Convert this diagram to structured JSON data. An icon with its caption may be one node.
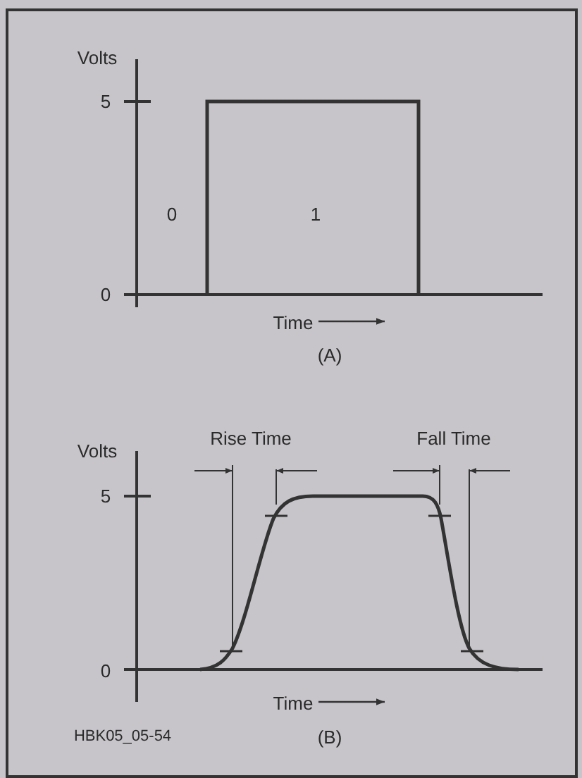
{
  "diagram": {
    "labels": [
      "Volts",
      "5",
      "0",
      "1",
      "0",
      "Time",
      "(A)",
      "Rise Time",
      "Fall Time",
      "Volts",
      "5",
      "0",
      "Time",
      "HBK05_05-54",
      "(B)"
    ]
  }
}
